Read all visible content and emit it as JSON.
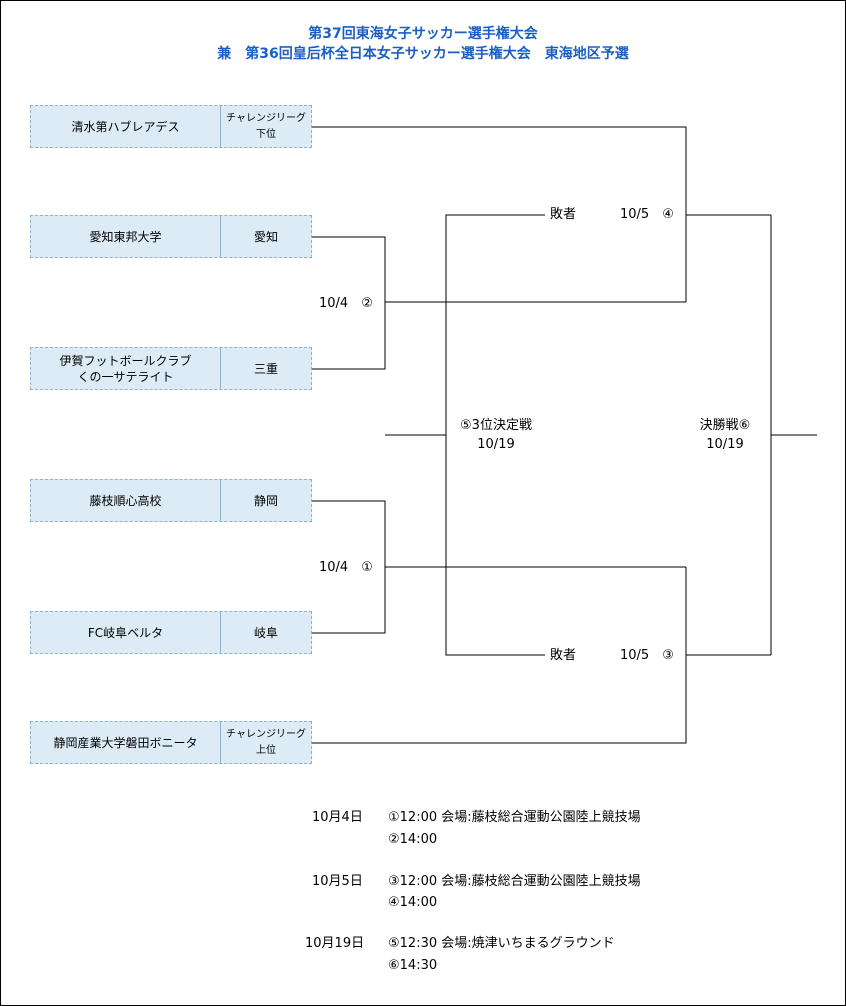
{
  "title": {
    "line1": "第37回東海女子サッカー選手権大会",
    "line2": "兼　第36回皇后杯全日本女子サッカー選手権大会　東海地区予選"
  },
  "teams": [
    {
      "name": "清水第ハブレアデス",
      "prefecture": "チャレンジリーグ\n下位"
    },
    {
      "name": "愛知東邦大学",
      "prefecture": "愛知"
    },
    {
      "name": "伊賀フットボールクラブ\nくの一サテライト",
      "prefecture": "三重"
    },
    {
      "name": "藤枝順心高校",
      "prefecture": "静岡"
    },
    {
      "name": "FC岐阜ベルタ",
      "prefecture": "岐阜"
    },
    {
      "name": "静岡産業大学磐田ボニータ",
      "prefecture": "チャレンジリーグ\n上位"
    }
  ],
  "matches": {
    "m2": "10/4　②",
    "m1": "10/4　①",
    "m4": "10/5　④",
    "m3": "10/5　③",
    "loser_top": "敗者",
    "loser_bottom": "敗者",
    "third_place": "⑤3位決定戦",
    "third_place_date": "10/19",
    "final": "決勝戦⑥",
    "final_date": "10/19"
  },
  "schedule": [
    {
      "date": "10月4日",
      "line1": "①12:00 会場:藤枝総合運動公園陸上競技場",
      "line2": "②14:00"
    },
    {
      "date": "10月5日",
      "line1": "③12:00 会場:藤枝総合運動公園陸上競技場",
      "line2": "④14:00"
    },
    {
      "date": "10月19日",
      "line1": "⑤12:30 会場:焼津いちまるグラウンド",
      "line2": "⑥14:30"
    }
  ],
  "colors": {
    "team_fill": "#dcebf5",
    "team_border": "#8fb3c7",
    "title_text": "#1a5fc4"
  }
}
